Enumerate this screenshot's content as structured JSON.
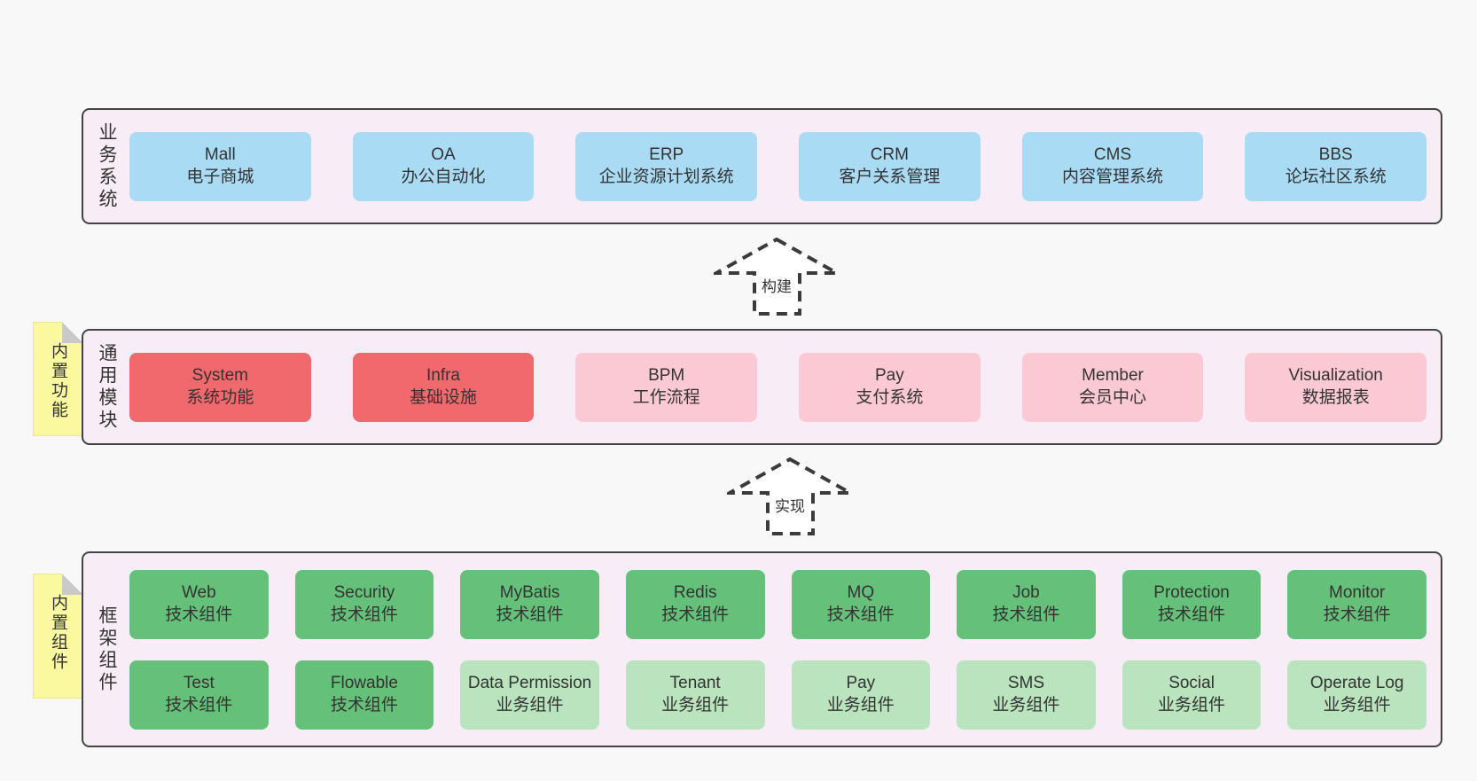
{
  "diagram": {
    "colors": {
      "page_bg": "#f8f8f8",
      "band_bg": "#f8edf6",
      "band_border": "#434343",
      "blue_box": "#a9dcf4",
      "red_box": "#f0696d",
      "pink_box": "#fbc9d4",
      "green_box": "#65c179",
      "lightgreen_box": "#bae4bd",
      "note_yellow": "#fbf9a0",
      "fold_gray": "#c9c9c9",
      "text": "#333333"
    },
    "arrows": [
      {
        "label": "构建"
      },
      {
        "label": "实现"
      }
    ],
    "notes": [
      {
        "label": "内置功能"
      },
      {
        "label": "内置组件"
      }
    ],
    "bands": [
      {
        "label": "业务系统",
        "rows": [
          [
            {
              "name": "Mall",
              "desc": "电子商城",
              "type": "blue"
            },
            {
              "name": "OA",
              "desc": "办公自动化",
              "type": "blue"
            },
            {
              "name": "ERP",
              "desc": "企业资源计划系统",
              "type": "blue"
            },
            {
              "name": "CRM",
              "desc": "客户关系管理",
              "type": "blue"
            },
            {
              "name": "CMS",
              "desc": "内容管理系统",
              "type": "blue"
            },
            {
              "name": "BBS",
              "desc": "论坛社区系统",
              "type": "blue"
            }
          ]
        ]
      },
      {
        "label": "通用模块",
        "rows": [
          [
            {
              "name": "System",
              "desc": "系统功能",
              "type": "red"
            },
            {
              "name": "Infra",
              "desc": "基础设施",
              "type": "red"
            },
            {
              "name": "BPM",
              "desc": "工作流程",
              "type": "pink"
            },
            {
              "name": "Pay",
              "desc": "支付系统",
              "type": "pink"
            },
            {
              "name": "Member",
              "desc": "会员中心",
              "type": "pink"
            },
            {
              "name": "Visualization",
              "desc": "数据报表",
              "type": "pink"
            }
          ]
        ]
      },
      {
        "label": "框架组件",
        "rows": [
          [
            {
              "name": "Web",
              "desc": "技术组件",
              "type": "green"
            },
            {
              "name": "Security",
              "desc": "技术组件",
              "type": "green"
            },
            {
              "name": "MyBatis",
              "desc": "技术组件",
              "type": "green"
            },
            {
              "name": "Redis",
              "desc": "技术组件",
              "type": "green"
            },
            {
              "name": "MQ",
              "desc": "技术组件",
              "type": "green"
            },
            {
              "name": "Job",
              "desc": "技术组件",
              "type": "green"
            },
            {
              "name": "Protection",
              "desc": "技术组件",
              "type": "green"
            },
            {
              "name": "Monitor",
              "desc": "技术组件",
              "type": "green"
            }
          ],
          [
            {
              "name": "Test",
              "desc": "技术组件",
              "type": "green"
            },
            {
              "name": "Flowable",
              "desc": "技术组件",
              "type": "green"
            },
            {
              "name": "Data Permission",
              "desc": "业务组件",
              "type": "lightgreen"
            },
            {
              "name": "Tenant",
              "desc": "业务组件",
              "type": "lightgreen"
            },
            {
              "name": "Pay",
              "desc": "业务组件",
              "type": "lightgreen"
            },
            {
              "name": "SMS",
              "desc": "业务组件",
              "type": "lightgreen"
            },
            {
              "name": "Social",
              "desc": "业务组件",
              "type": "lightgreen"
            },
            {
              "name": "Operate Log",
              "desc": "业务组件",
              "type": "lightgreen"
            }
          ]
        ]
      }
    ]
  }
}
